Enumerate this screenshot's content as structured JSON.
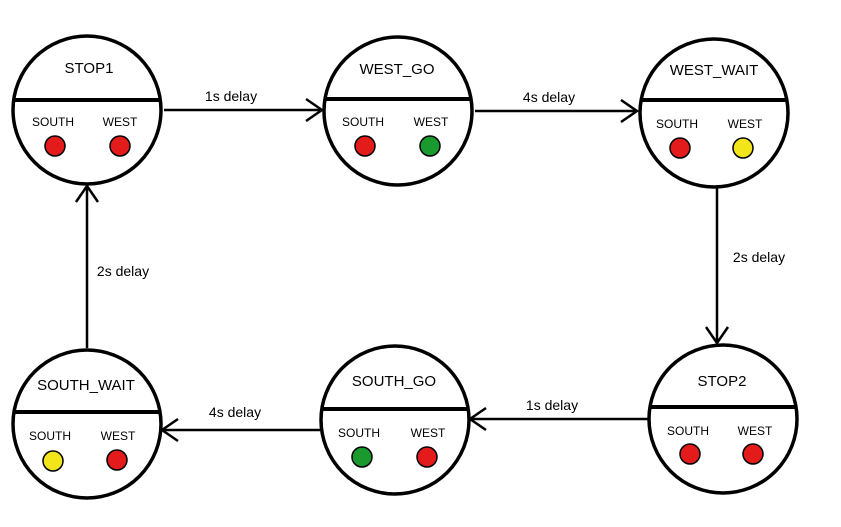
{
  "states": {
    "stop1": {
      "name": "STOP1",
      "south_label": "SOUTH",
      "west_label": "WEST",
      "south_color": "#e31b1b",
      "west_color": "#e31b1b"
    },
    "west_go": {
      "name": "WEST_GO",
      "south_label": "SOUTH",
      "west_label": "WEST",
      "south_color": "#e31b1b",
      "west_color": "#1a9a2e"
    },
    "west_wait": {
      "name": "WEST_WAIT",
      "south_label": "SOUTH",
      "west_label": "WEST",
      "south_color": "#e31b1b",
      "west_color": "#f2e51a"
    },
    "stop2": {
      "name": "STOP2",
      "south_label": "SOUTH",
      "west_label": "WEST",
      "south_color": "#e31b1b",
      "west_color": "#e31b1b"
    },
    "south_go": {
      "name": "SOUTH_GO",
      "south_label": "SOUTH",
      "west_label": "WEST",
      "south_color": "#1a9a2e",
      "west_color": "#e31b1b"
    },
    "south_wait": {
      "name": "SOUTH_WAIT",
      "south_label": "SOUTH",
      "west_label": "WEST",
      "south_color": "#f2e51a",
      "west_color": "#e31b1b"
    }
  },
  "transitions": {
    "stop1_to_west_go": "1s delay",
    "west_go_to_west_wait": "4s delay",
    "west_wait_to_stop2": "2s delay",
    "stop2_to_south_go": "1s delay",
    "south_go_to_south_wait": "4s delay",
    "south_wait_to_stop1": "2s delay"
  }
}
